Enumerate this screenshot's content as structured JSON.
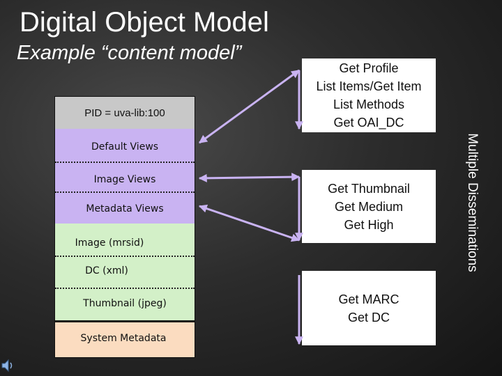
{
  "title": "Digital Object Model",
  "subtitle": "Example “content model”",
  "digital_object": {
    "pid": "PID = uva-lib:100",
    "views": [
      "Default Views",
      "Image Views",
      "Metadata Views"
    ],
    "datastreams": [
      "Image (mrsid)",
      "DC (xml)",
      "Thumbnail (jpeg)"
    ],
    "system": "System Metadata"
  },
  "disseminations": {
    "default": [
      "Get Profile",
      "List Items/Get Item",
      "List Methods",
      "Get OAI_DC"
    ],
    "image": [
      "Get Thumbnail",
      "Get Medium",
      "Get High"
    ],
    "metadata": [
      "Get MARC",
      "Get DC"
    ]
  },
  "side_label": "Multiple Disseminations",
  "colors": {
    "pid_band": "#c8c8c8",
    "views_band": "#c9b3f2",
    "datastream_band": "#d3f0c8",
    "system_band": "#fbdcc0",
    "arrow": "#c9b3f2"
  },
  "icons": {
    "audio": "speaker-icon"
  }
}
